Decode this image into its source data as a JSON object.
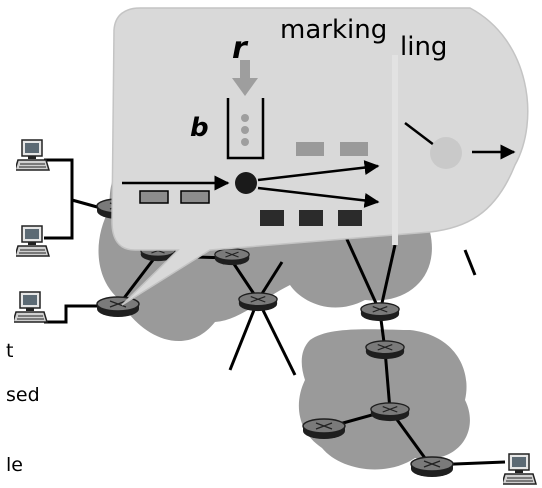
{
  "labels": {
    "marking": "marking",
    "policing_partial": "ling",
    "bucket_rate": "r",
    "bucket_size": "b"
  },
  "side_text_fragments": [
    "t",
    "sed",
    "le"
  ],
  "colors": {
    "network_cloud": "#9a9a9a",
    "bubble": "#d9d9d9",
    "bubble_edge": "#bdbdbd",
    "token_arrow": "#9e9e9e",
    "packet_gray": "#8c8c8c",
    "packet_dark": "#2b2b2b",
    "router_fill": "#2a2a2a",
    "router_top": "#8f8f8f"
  },
  "icons": [
    "host-computer-icon",
    "router-icon",
    "token-bucket-icon",
    "packet-icon"
  ]
}
